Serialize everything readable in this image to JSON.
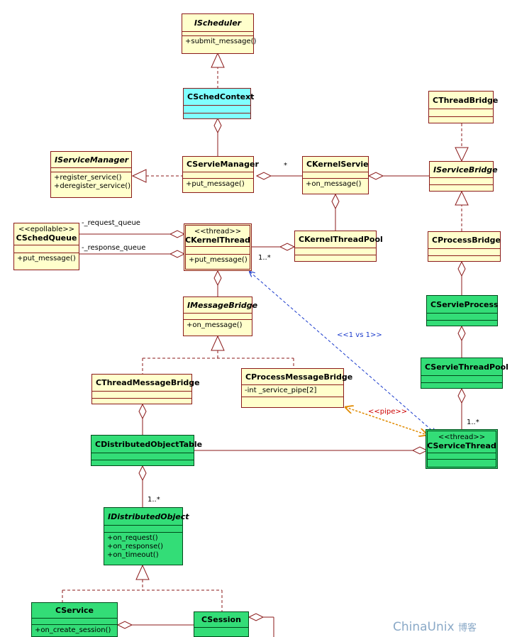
{
  "classes": {
    "ischeduler": {
      "name": "IScheduler",
      "ops": [
        "+submit_message()"
      ]
    },
    "cschedcontext": {
      "name": "CSchedContext"
    },
    "cthreadbridge": {
      "name": "CThreadBridge"
    },
    "iservicemanager": {
      "name": "IServiceManager",
      "ops": [
        "+register_service()",
        "+deregister_service()"
      ]
    },
    "cserviemanager": {
      "name": "CServieManager",
      "ops": [
        "+put_message()"
      ]
    },
    "ckernelservie": {
      "name": "CKernelServie",
      "ops": [
        "+on_message()"
      ]
    },
    "iservicebridge": {
      "name": "IServiceBridge"
    },
    "cschedqueue": {
      "stereotype": "<<epollable>>",
      "name": "CSchedQueue",
      "ops": [
        "+put_message()"
      ]
    },
    "ckernelthread": {
      "stereotype": "<<thread>>",
      "name": "CKernelThread",
      "ops": [
        "+put_message()"
      ]
    },
    "ckernelthreadpool": {
      "name": "CKernelThreadPool"
    },
    "cprocessbridge": {
      "name": "CProcessBridge"
    },
    "imessagebridge": {
      "name": "IMessageBridge",
      "ops": [
        "+on_message()"
      ]
    },
    "cservieprocess": {
      "name": "CServieProcess"
    },
    "cthreadmessagebridge": {
      "name": "CThreadMessageBridge"
    },
    "cprocessmessagebridge": {
      "name": "CProcessMessageBridge",
      "attrs": [
        "-int _service_pipe[2]"
      ]
    },
    "cservierthreadpool": {
      "name": "CServieThreadPool"
    },
    "cdistributedobjecttable": {
      "name": "CDistributedObjectTable"
    },
    "cservicethread": {
      "stereotype": "<<thread>>",
      "name": "CServiceThread"
    },
    "idistributedobject": {
      "name": "IDistributedObject",
      "ops": [
        "+on_request()",
        "+on_response()",
        "+on_timeout()"
      ]
    },
    "cservice": {
      "name": "CService",
      "ops": [
        "+on_create_session()"
      ]
    },
    "csession": {
      "name": "CSession"
    }
  },
  "labels": {
    "request_queue": "-_request_queue",
    "response_queue": "-_response_queue",
    "star": "*",
    "kernel_mult": "1..*",
    "vs": "<<1 vs 1>>",
    "pipe": "<<pipe>>",
    "thread_mult": "1..*",
    "obj_mult": "1..*"
  },
  "watermark": {
    "brand": "ChinaUnix",
    "suffix": "博客"
  },
  "colors": {
    "class_fill": "#ffffcc",
    "interface_context_fill": "#80ffff",
    "service_fill": "#33dd77",
    "line": "#8b1a1a",
    "dependency_blue": "#1a3acc",
    "pipe_orange": "#e08a00",
    "pipe_label": "#cc0000"
  }
}
